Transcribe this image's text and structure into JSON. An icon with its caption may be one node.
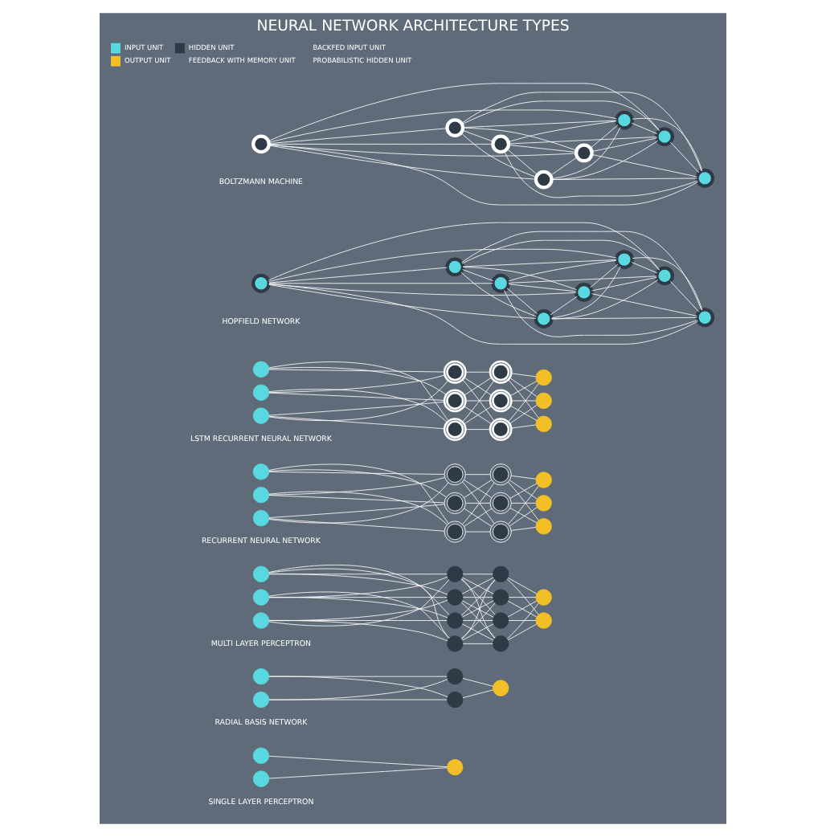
{
  "diagram": {
    "title": "NEURAL NETWORK ARCHITECTURE TYPES",
    "nodes": [
      {
        "text": [],
        "shape": "circle"
      },
      {
        "text": [],
        "shape": "circle"
      },
      {
        "text": [],
        "shape": "circle"
      },
      {
        "text": [],
        "shape": "circle"
      },
      {
        "text": [],
        "shape": "circle"
      },
      {
        "text": [],
        "shape": "circle"
      },
      {
        "text": [],
        "shape": "circle"
      },
      {
        "text": [],
        "shape": "circle"
      },
      {
        "text": [],
        "shape": "circle"
      },
      {
        "text": [],
        "shape": "circle"
      },
      {
        "text": [],
        "shape": "circle"
      },
      {
        "text": [],
        "shape": "circle"
      },
      {
        "text": [],
        "shape": "circle"
      },
      {
        "text": [],
        "shape": "circle"
      },
      {
        "text": [],
        "shape": "circle"
      },
      {
        "text": [],
        "shape": "circle"
      },
      {
        "text": [],
        "shape": "circle"
      },
      {
        "text": [],
        "shape": "circle"
      },
      {
        "text": [],
        "shape": "circle"
      },
      {
        "text": [],
        "shape": "circle"
      },
      {
        "text": [],
        "shape": "circle"
      },
      {
        "text": [],
        "shape": "circle"
      },
      {
        "text": [],
        "shape": "circle"
      },
      {
        "text": [],
        "shape": "circle"
      },
      {
        "text": [],
        "shape": "circle"
      },
      {
        "text": [],
        "shape": "circle"
      },
      {
        "text": [],
        "shape": "circle"
      },
      {
        "text": [],
        "shape": "circle"
      },
      {
        "text": [],
        "shape": "circle"
      },
      {
        "text": [],
        "shape": "circle"
      },
      {
        "text": [],
        "shape": "circle"
      },
      {
        "text": [],
        "shape": "circle"
      },
      {
        "text": [],
        "shape": "circle"
      },
      {
        "text": [],
        "shape": "circle"
      },
      {
        "text": [],
        "shape": "circle"
      },
      {
        "text": [],
        "shape": "circle"
      },
      {
        "text": [],
        "shape": "circle"
      },
      {
        "text": [],
        "shape": "circle"
      },
      {
        "text": [],
        "shape": "circle"
      },
      {
        "text": [],
        "shape": "circle"
      },
      {
        "text": [],
        "shape": "circle"
      },
      {
        "text": [],
        "shape": "circle"
      },
      {
        "text": [],
        "shape": "circle"
      },
      {
        "text": [],
        "shape": "circle"
      },
      {
        "text": [],
        "shape": "circle"
      },
      {
        "text": [],
        "shape": "circle"
      },
      {
        "text": [],
        "shape": "circle"
      },
      {
        "text": [],
        "shape": "circle"
      },
      {
        "text": [],
        "shape": "circle"
      },
      {
        "text": [],
        "shape": "circle"
      },
      {
        "text": [],
        "shape": "circle"
      },
      {
        "text": [],
        "shape": "circle"
      },
      {
        "text": [],
        "shape": "circle"
      },
      {
        "text": [],
        "shape": "circle"
      },
      {
        "text": [],
        "shape": "circle"
      },
      {
        "text": [],
        "shape": "circle"
      },
      {
        "text": [],
        "shape": "circle"
      },
      {
        "text": [],
        "shape": "circle"
      },
      {
        "text": [],
        "shape": "circle"
      },
      {
        "text": [],
        "shape": "circle"
      },
      {
        "text": [],
        "shape": "circle"
      }
    ],
    "edges": [
      {
        "from": 0,
        "to": 2,
        "arrow": "none"
      },
      {
        "from": 1,
        "to": 2,
        "arrow": "none"
      },
      {
        "from": 3,
        "to": 5,
        "arrow": "none"
      },
      {
        "from": 3,
        "to": 6,
        "arrow": "none"
      },
      {
        "from": 4,
        "to": 5,
        "arrow": "none"
      },
      {
        "from": 4,
        "to": 6,
        "arrow": "none"
      },
      {
        "from": 5,
        "to": 7,
        "arrow": "none"
      },
      {
        "from": 6,
        "to": 7,
        "arrow": "none"
      },
      {
        "from": 8,
        "to": 11,
        "arrow": "none"
      },
      {
        "from": 8,
        "to": 12,
        "arrow": "none"
      },
      {
        "from": 8,
        "to": 13,
        "arrow": "none"
      },
      {
        "from": 8,
        "to": 14,
        "arrow": "none"
      },
      {
        "from": 9,
        "to": 11,
        "arrow": "none"
      },
      {
        "from": 9,
        "to": 12,
        "arrow": "none"
      },
      {
        "from": 9,
        "to": 13,
        "arrow": "none"
      },
      {
        "from": 9,
        "to": 14,
        "arrow": "none"
      },
      {
        "from": 10,
        "to": 11,
        "arrow": "none"
      },
      {
        "from": 10,
        "to": 12,
        "arrow": "none"
      },
      {
        "from": 10,
        "to": 13,
        "arrow": "none"
      },
      {
        "from": 10,
        "to": 14,
        "arrow": "none"
      },
      {
        "from": 11,
        "to": 15,
        "arrow": "none"
      },
      {
        "from": 11,
        "to": 16,
        "arrow": "none"
      },
      {
        "from": 11,
        "to": 17,
        "arrow": "none"
      },
      {
        "from": 11,
        "to": 18,
        "arrow": "none"
      },
      {
        "from": 12,
        "to": 15,
        "arrow": "none"
      },
      {
        "from": 12,
        "to": 16,
        "arrow": "none"
      },
      {
        "from": 12,
        "to": 17,
        "arrow": "none"
      },
      {
        "from": 12,
        "to": 18,
        "arrow": "none"
      },
      {
        "from": 13,
        "to": 15,
        "arrow": "none"
      },
      {
        "from": 13,
        "to": 16,
        "arrow": "none"
      },
      {
        "from": 13,
        "to": 17,
        "arrow": "none"
      },
      {
        "from": 13,
        "to": 18,
        "arrow": "none"
      },
      {
        "from": 14,
        "to": 15,
        "arrow": "none"
      },
      {
        "from": 14,
        "to": 16,
        "arrow": "none"
      },
      {
        "from": 14,
        "to": 17,
        "arrow": "none"
      },
      {
        "from": 14,
        "to": 18,
        "arrow": "none"
      },
      {
        "from": 15,
        "to": 19,
        "arrow": "none"
      },
      {
        "from": 15,
        "to": 20,
        "arrow": "none"
      },
      {
        "from": 16,
        "to": 19,
        "arrow": "none"
      },
      {
        "from": 16,
        "to": 20,
        "arrow": "none"
      },
      {
        "from": 17,
        "to": 19,
        "arrow": "none"
      },
      {
        "from": 17,
        "to": 20,
        "arrow": "none"
      },
      {
        "from": 18,
        "to": 19,
        "arrow": "none"
      },
      {
        "from": 18,
        "to": 20,
        "arrow": "none"
      },
      {
        "from": 21,
        "to": 24,
        "arrow": "none"
      },
      {
        "from": 21,
        "to": 25,
        "arrow": "none"
      },
      {
        "from": 21,
        "to": 26,
        "arrow": "none"
      },
      {
        "from": 22,
        "to": 24,
        "arrow": "none"
      },
      {
        "from": 22,
        "to": 25,
        "arrow": "none"
      },
      {
        "from": 22,
        "to": 26,
        "arrow": "none"
      },
      {
        "from": 23,
        "to": 24,
        "arrow": "none"
      },
      {
        "from": 23,
        "to": 25,
        "arrow": "none"
      },
      {
        "from": 23,
        "to": 26,
        "arrow": "none"
      },
      {
        "from": 24,
        "to": 27,
        "arrow": "none"
      },
      {
        "from": 24,
        "to": 28,
        "arrow": "none"
      },
      {
        "from": 24,
        "to": 29,
        "arrow": "none"
      },
      {
        "from": 25,
        "to": 27,
        "arrow": "none"
      },
      {
        "from": 25,
        "to": 28,
        "arrow": "none"
      },
      {
        "from": 25,
        "to": 29,
        "arrow": "none"
      },
      {
        "from": 26,
        "to": 27,
        "arrow": "none"
      },
      {
        "from": 26,
        "to": 28,
        "arrow": "none"
      },
      {
        "from": 26,
        "to": 29,
        "arrow": "none"
      },
      {
        "from": 27,
        "to": 30,
        "arrow": "none"
      },
      {
        "from": 27,
        "to": 31,
        "arrow": "none"
      },
      {
        "from": 27,
        "to": 32,
        "arrow": "none"
      },
      {
        "from": 28,
        "to": 30,
        "arrow": "none"
      },
      {
        "from": 28,
        "to": 31,
        "arrow": "none"
      },
      {
        "from": 28,
        "to": 32,
        "arrow": "none"
      },
      {
        "from": 29,
        "to": 30,
        "arrow": "none"
      },
      {
        "from": 29,
        "to": 31,
        "arrow": "none"
      },
      {
        "from": 29,
        "to": 32,
        "arrow": "none"
      },
      {
        "from": 33,
        "to": 36,
        "arrow": "none"
      },
      {
        "from": 33,
        "to": 37,
        "arrow": "none"
      },
      {
        "from": 33,
        "to": 38,
        "arrow": "none"
      },
      {
        "from": 34,
        "to": 36,
        "arrow": "none"
      },
      {
        "from": 34,
        "to": 37,
        "arrow": "none"
      },
      {
        "from": 34,
        "to": 38,
        "arrow": "none"
      },
      {
        "from": 35,
        "to": 36,
        "arrow": "none"
      },
      {
        "from": 35,
        "to": 37,
        "arrow": "none"
      },
      {
        "from": 35,
        "to": 38,
        "arrow": "none"
      },
      {
        "from": 36,
        "to": 39,
        "arrow": "none"
      },
      {
        "from": 36,
        "to": 40,
        "arrow": "none"
      },
      {
        "from": 36,
        "to": 41,
        "arrow": "none"
      },
      {
        "from": 37,
        "to": 39,
        "arrow": "none"
      },
      {
        "from": 37,
        "to": 40,
        "arrow": "none"
      },
      {
        "from": 37,
        "to": 41,
        "arrow": "none"
      },
      {
        "from": 38,
        "to": 39,
        "arrow": "none"
      },
      {
        "from": 38,
        "to": 40,
        "arrow": "none"
      },
      {
        "from": 38,
        "to": 41,
        "arrow": "none"
      },
      {
        "from": 39,
        "to": 42,
        "arrow": "none"
      },
      {
        "from": 39,
        "to": 43,
        "arrow": "none"
      },
      {
        "from": 39,
        "to": 44,
        "arrow": "none"
      },
      {
        "from": 40,
        "to": 42,
        "arrow": "none"
      },
      {
        "from": 40,
        "to": 43,
        "arrow": "none"
      },
      {
        "from": 40,
        "to": 44,
        "arrow": "none"
      },
      {
        "from": 41,
        "to": 42,
        "arrow": "none"
      },
      {
        "from": 41,
        "to": 43,
        "arrow": "none"
      },
      {
        "from": 41,
        "to": 44,
        "arrow": "none"
      },
      {
        "from": 45,
        "to": 46,
        "arrow": "none"
      },
      {
        "from": 45,
        "to": 47,
        "arrow": "none"
      },
      {
        "from": 45,
        "to": 48,
        "arrow": "none"
      },
      {
        "from": 45,
        "to": 49,
        "arrow": "none"
      },
      {
        "from": 45,
        "to": 50,
        "arrow": "none"
      },
      {
        "from": 45,
        "to": 51,
        "arrow": "none"
      },
      {
        "from": 45,
        "to": 52,
        "arrow": "none"
      },
      {
        "from": 46,
        "to": 47,
        "arrow": "none"
      },
      {
        "from": 46,
        "to": 48,
        "arrow": "none"
      },
      {
        "from": 46,
        "to": 49,
        "arrow": "none"
      },
      {
        "from": 46,
        "to": 50,
        "arrow": "none"
      },
      {
        "from": 46,
        "to": 51,
        "arrow": "none"
      },
      {
        "from": 46,
        "to": 52,
        "arrow": "none"
      },
      {
        "from": 47,
        "to": 48,
        "arrow": "none"
      },
      {
        "from": 47,
        "to": 49,
        "arrow": "none"
      },
      {
        "from": 47,
        "to": 50,
        "arrow": "none"
      },
      {
        "from": 47,
        "to": 51,
        "arrow": "none"
      },
      {
        "from": 47,
        "to": 52,
        "arrow": "none"
      },
      {
        "from": 48,
        "to": 49,
        "arrow": "none"
      },
      {
        "from": 48,
        "to": 50,
        "arrow": "none"
      },
      {
        "from": 48,
        "to": 51,
        "arrow": "none"
      },
      {
        "from": 48,
        "to": 52,
        "arrow": "none"
      },
      {
        "from": 49,
        "to": 50,
        "arrow": "none"
      },
      {
        "from": 49,
        "to": 51,
        "arrow": "none"
      },
      {
        "from": 49,
        "to": 52,
        "arrow": "none"
      },
      {
        "from": 50,
        "to": 51,
        "arrow": "none"
      },
      {
        "from": 50,
        "to": 52,
        "arrow": "none"
      },
      {
        "from": 51,
        "to": 52,
        "arrow": "none"
      },
      {
        "from": 53,
        "to": 54,
        "arrow": "none"
      },
      {
        "from": 53,
        "to": 55,
        "arrow": "none"
      },
      {
        "from": 53,
        "to": 56,
        "arrow": "none"
      },
      {
        "from": 53,
        "to": 57,
        "arrow": "none"
      },
      {
        "from": 53,
        "to": 58,
        "arrow": "none"
      },
      {
        "from": 53,
        "to": 59,
        "arrow": "none"
      },
      {
        "from": 53,
        "to": 60,
        "arrow": "none"
      },
      {
        "from": 54,
        "to": 55,
        "arrow": "none"
      },
      {
        "from": 54,
        "to": 56,
        "arrow": "none"
      },
      {
        "from": 54,
        "to": 57,
        "arrow": "none"
      },
      {
        "from": 54,
        "to": 58,
        "arrow": "none"
      },
      {
        "from": 54,
        "to": 59,
        "arrow": "none"
      },
      {
        "from": 54,
        "to": 60,
        "arrow": "none"
      },
      {
        "from": 55,
        "to": 56,
        "arrow": "none"
      },
      {
        "from": 55,
        "to": 57,
        "arrow": "none"
      },
      {
        "from": 55,
        "to": 58,
        "arrow": "none"
      },
      {
        "from": 55,
        "to": 59,
        "arrow": "none"
      },
      {
        "from": 55,
        "to": 60,
        "arrow": "none"
      },
      {
        "from": 56,
        "to": 57,
        "arrow": "none"
      },
      {
        "from": 56,
        "to": 58,
        "arrow": "none"
      },
      {
        "from": 56,
        "to": 59,
        "arrow": "none"
      },
      {
        "from": 56,
        "to": 60,
        "arrow": "none"
      },
      {
        "from": 57,
        "to": 58,
        "arrow": "none"
      },
      {
        "from": 57,
        "to": 59,
        "arrow": "none"
      },
      {
        "from": 57,
        "to": 60,
        "arrow": "none"
      },
      {
        "from": 58,
        "to": 59,
        "arrow": "none"
      },
      {
        "from": 58,
        "to": 60,
        "arrow": "none"
      },
      {
        "from": 59,
        "to": 60,
        "arrow": "none"
      }
    ],
    "labels": [
      "SINGLE LAYER PERCEPTRON",
      "RADIAL BASIS NETWORK",
      "MULTI LAYER PERCEPTRON",
      "RECURRENT NEURAL NETWORK",
      "LSTM RECURRENT NEURAL NETWORK",
      "HOPFIELD NETWORK",
      "BOLTZMANN MACHINE"
    ],
    "legend": [
      {
        "text": "INPUT UNIT",
        "color": "#5ad8e0"
      },
      {
        "text": "HIDDEN UNIT",
        "color": "#2f3a47"
      },
      {
        "text": "BACKFED INPUT UNIT"
      },
      {
        "text": "OUTPUT UNIT",
        "color": "#f2bf26"
      },
      {
        "text": "FEEDBACK WITH MEMORY UNIT"
      },
      {
        "text": "PROBABILISTIC HIDDEN UNIT"
      }
    ]
  }
}
